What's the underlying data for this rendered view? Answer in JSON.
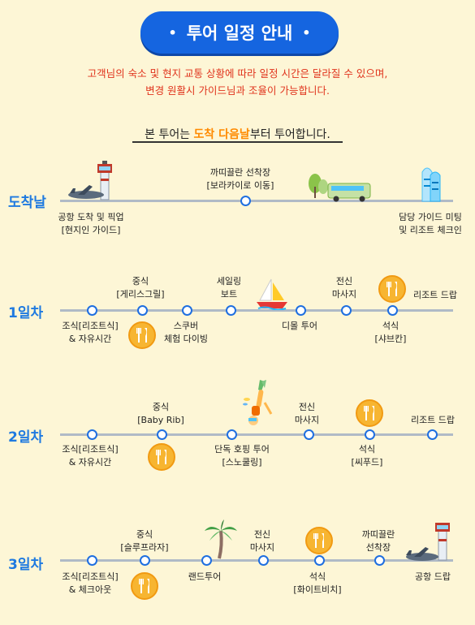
{
  "header": {
    "title": "투어 일정 안내",
    "bullet": "•"
  },
  "notice": {
    "line1": "고객님의 숙소 및 현지 교통 상황에 따라 일정 시간은 달라질 수 있으며,",
    "line2": "변경 원활시 가이드님과 조율이 가능합니다."
  },
  "subtitle": {
    "pre": "본 투어는 ",
    "highlight": "도착 다음날",
    "post": "부터 투어합니다."
  },
  "days": [
    {
      "label": "도착날",
      "top_labels": [
        [
          "까띠끌란 선착장",
          "[보라카이로 이동]"
        ]
      ],
      "bottom_labels": [
        [
          "공항 도착 및 픽업",
          "[현지인 가이드]"
        ],
        [
          "담당 가이드 미팅",
          "및 리조트 체크인"
        ]
      ]
    },
    {
      "label": "1일차",
      "top_labels": [
        [
          "중식",
          "[게리스그릴]"
        ],
        [
          "세일링",
          "보트"
        ],
        [
          "전신",
          "마사지"
        ],
        [
          "리조트 드랍"
        ]
      ],
      "bottom_labels": [
        [
          "조식[리조트식]",
          "& 자유시간"
        ],
        [
          "스쿠버",
          "체험 다이빙"
        ],
        [
          "디몰 투어"
        ],
        [
          "석식",
          "[샤브칸]"
        ]
      ]
    },
    {
      "label": "2일차",
      "top_labels": [
        [
          "중식",
          "[Baby Rib]"
        ],
        [
          "전신",
          "마사지"
        ],
        [
          "리조트 드랍"
        ]
      ],
      "bottom_labels": [
        [
          "조식[리조트식]",
          "& 자유시간"
        ],
        [
          "단독 호핑 투어",
          "[스노쿨링]"
        ],
        [
          "석식",
          "[씨푸드]"
        ]
      ]
    },
    {
      "label": "3일차",
      "top_labels": [
        [
          "중식",
          "[슬루프라자]"
        ],
        [
          "전신",
          "마사지"
        ],
        [
          "까띠끌란",
          "선착장"
        ]
      ],
      "bottom_labels": [
        [
          "조식[리조트식]",
          "& 체크아웃"
        ],
        [
          "랜드투어"
        ],
        [
          "석식",
          "[화이트비치]"
        ],
        [
          "공항 드랍"
        ]
      ]
    }
  ],
  "icons": [
    "airport-tower-icon",
    "airplane-icon",
    "bus-icon",
    "tree-icon",
    "hotel-icon",
    "sailboat-icon",
    "snorkeler-icon",
    "palm-tree-icon",
    "meal-icon"
  ],
  "colors": {
    "accent": "#1565e0",
    "notice": "#e0331c",
    "highlight": "#ff8a00",
    "day_label": "#1f7ae0",
    "meal": "#f7b531",
    "background": "#fdf6d6"
  }
}
